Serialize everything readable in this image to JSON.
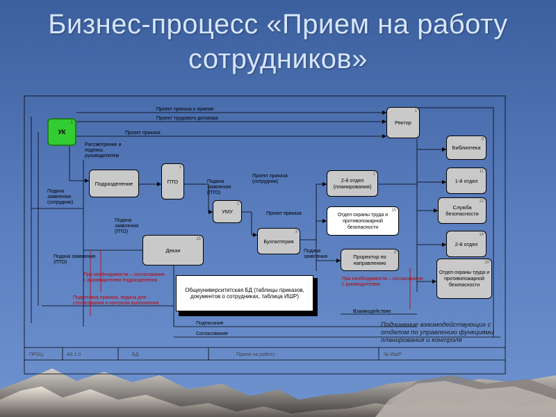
{
  "title": "Бизнес-процесс «Прием на работу сотрудников»",
  "diagram": {
    "boxes": {
      "uk": {
        "label": "УК",
        "num": "1"
      },
      "rector": {
        "label": "Ректор",
        "num": "1"
      },
      "podrazdelenie": {
        "label": "Подразделение",
        "num": ""
      },
      "pto": {
        "label": "ПТО",
        "num": "1"
      },
      "umu": {
        "label": "УМУ",
        "num": "1"
      },
      "buhgalteria": {
        "label": "Бухгалтерия",
        "num": "3"
      },
      "dekan": {
        "label": "Декан",
        "num": "15"
      },
      "otdel_2_planir": {
        "label": "2-й отдел (планирования)",
        "num": "1"
      },
      "otdel_ohrany": {
        "label": "Отдел охраны труда и противопожарной безопасности",
        "num": "15"
      },
      "prorektor": {
        "label": "Проректор по направлению",
        "num": "0"
      },
      "biblioteka": {
        "label": "Библиотека",
        "num": "9"
      },
      "otdel_1": {
        "label": "1-й отдел",
        "num": "11"
      },
      "sluzhba": {
        "label": "Служба безопасности",
        "num": "12"
      },
      "otdel_2": {
        "label": "2-й отдел",
        "num": "14"
      },
      "otdel_ohrany_2": {
        "label": "Отдел охраны труда и противопожарной безопасности",
        "num": "20"
      },
      "is": {
        "label": "Общеуниверситетская БД (таблицы приказов, документов о сотрудниках, таблица ИШР)"
      }
    },
    "labels": {
      "top1": "Проект приказа о приеме",
      "top2": "Проект трудового договора",
      "lbl_proekt": "Проект приказа",
      "lbl_podpis": "Рассмотрение и подпись руководителем",
      "lbl_zayavlenie": "Подача заявления (сотрудник)",
      "lbl_podacha_pto": "Подача заявления (ПТО)",
      "lbl_podacha_umu": "Подача заявления (ПТО)",
      "lbl_prikaz_sotr": "Проект приказа (сотрудник)",
      "lbl_proekt_right": "Проект приказа",
      "lbl_podacha_ruk": "Подача заявления",
      "lbl_dekan": "Подача заявления (ПТО)",
      "lbl_red1": "При необходимости – согласование с руководителем подразделения",
      "lbl_red2": "Подготовка приказа, подача для согласования и контроля выполнения",
      "lbl_red3": "При необходимости – согласование с руководителем",
      "lbl_vzaimo": "Взаимодействие",
      "lbl_podpis_b": "Подписание",
      "lbl_soglas": "Согласование"
    },
    "note": "Подчинение взаимодействующих с отделом по управлению функциями планирования и контроля",
    "footer": [
      "ПРОЦ",
      "A0.1.0",
      "БД",
      "Прием на работу",
      "№ ИШР"
    ]
  }
}
